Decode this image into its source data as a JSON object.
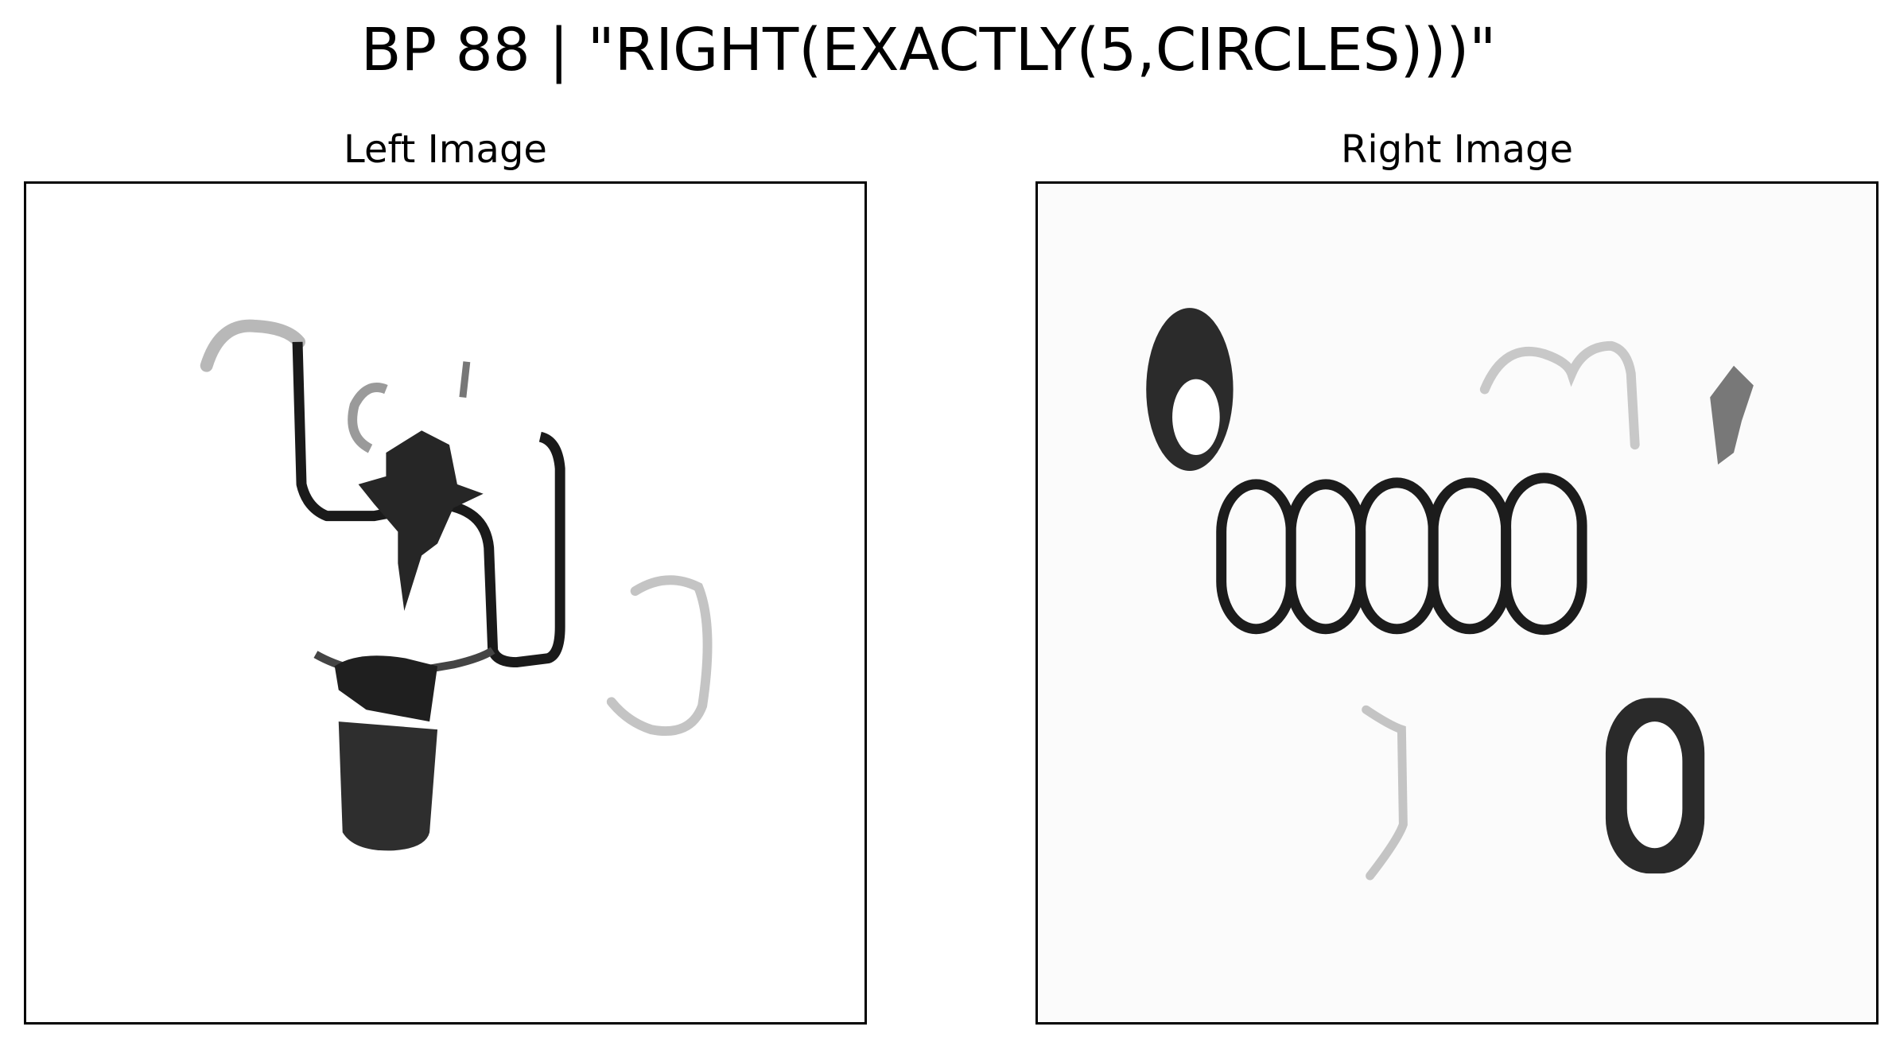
{
  "title": "BP 88 | \"RIGHT(EXACTLY(5,CIRCLES)))\"",
  "panels": {
    "left": {
      "title": "Left Image"
    },
    "right": {
      "title": "Right Image"
    }
  },
  "colors": {
    "ink": "#000000",
    "dark_fill": "#2e2e2e",
    "faint_stroke": "#bdbdbd"
  }
}
